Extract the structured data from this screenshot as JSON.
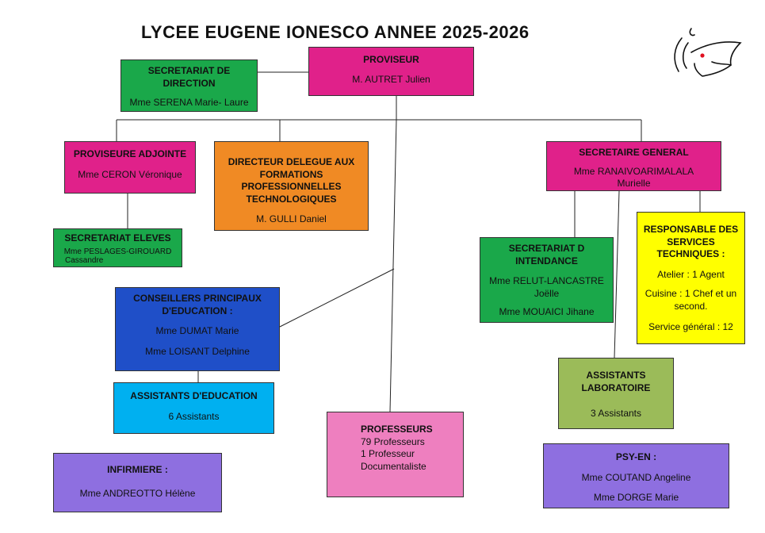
{
  "title": "LYCEE EUGENE IONESCO ANNEE 2025-2026",
  "proviseur": {
    "title": "PROVISEUR",
    "name": "M. AUTRET Julien"
  },
  "secretariat_direction": {
    "title_1": "SECRETARIAT DE",
    "title_2": "DIRECTION",
    "name": "Mme SERENA Marie- Laure"
  },
  "proviseure_adjointe": {
    "title": "PROVISEURE ADJOINTE",
    "name": "Mme CERON Véronique"
  },
  "secretariat_eleves": {
    "title": "SECRETARIAT ELEVES",
    "name_1": "Mme PESLAGES-GIROUARD",
    "name_2": "Cassandre"
  },
  "ddfpt": {
    "title_1": "DIRECTEUR DELEGUE AUX",
    "title_2": "FORMATIONS",
    "title_3": "PROFESSIONNELLES",
    "title_4": "TECHNOLOGIQUES",
    "name": "M. GULLI Daniel"
  },
  "secretaire_general": {
    "title": "SECRETAIRE GENERAL",
    "name_1": "Mme RANAIVOARIMALALA",
    "name_2": "Murielle"
  },
  "cpe": {
    "title_1": "CONSEILLERS PRINCIPAUX",
    "title_2": "D'EDUCATION :",
    "name_1": "Mme DUMAT Marie",
    "name_2": "Mme LOISANT Delphine"
  },
  "assistants_education": {
    "title": "ASSISTANTS D'EDUCATION",
    "count": "6 Assistants"
  },
  "secretariat_intendance": {
    "title_1": "SECRETARIAT D",
    "title_2": "INTENDANCE",
    "name_1": "Mme RELUT-LANCASTRE",
    "name_2": "Joëlle",
    "name_3": "Mme MOUAICI Jihane"
  },
  "services_techniques": {
    "title_1": "RESPONSABLE DES",
    "title_2": "SERVICES",
    "title_3": "TECHNIQUES :",
    "atelier": "Atelier : 1 Agent",
    "cuisine_1": "Cuisine : 1 Chef et un",
    "cuisine_2": "second.",
    "general": "Service général : 12"
  },
  "assistants_laboratoire": {
    "title_1": "ASSISTANTS",
    "title_2": "LABORATOIRE",
    "count": "3 Assistants"
  },
  "professeurs": {
    "title": "PROFESSEURS",
    "line_1": "79 Professeurs",
    "line_2": "1 Professeur",
    "line_3": "Documentaliste"
  },
  "infirmiere": {
    "title": "INFIRMIERE :",
    "name": "Mme ANDREOTTO Hélène"
  },
  "psy_en": {
    "title": "PSY-EN :",
    "name_1": "Mme COUTAND Angeline",
    "name_2": "Mme DORGE Marie"
  },
  "colors": {
    "magenta": "#e0218a",
    "green": "#1aa84a",
    "orange": "#f08a24",
    "yellow": "#ffff00",
    "blue": "#1f4fc8",
    "light_blue": "#00b0f0",
    "pink": "#ee7fbf",
    "purple": "#8e6fe0",
    "olive": "#9bbb59"
  }
}
